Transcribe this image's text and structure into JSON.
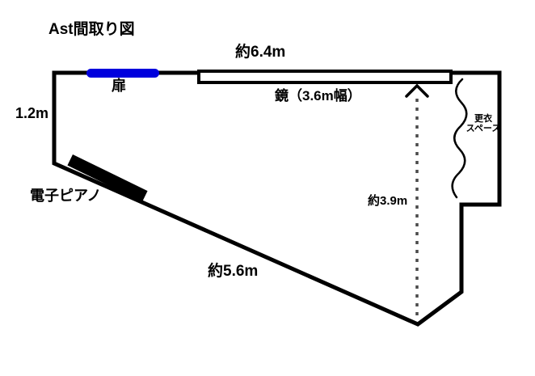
{
  "title": "Ast間取り図",
  "measurements": {
    "top_width": "約6.4m",
    "left_height": "1.2m",
    "diagonal_length": "約5.6m",
    "vertical_depth": "約3.9m"
  },
  "items": {
    "door": "扉",
    "mirror": "鏡（3.6m幅）",
    "piano": "電子ピアノ",
    "changing_space_line1": "更衣",
    "changing_space_line2": "スペース"
  },
  "colors": {
    "wall": "#000000",
    "door": "#0000dd",
    "arrow": "#4a4a4a",
    "background": "#ffffff"
  }
}
